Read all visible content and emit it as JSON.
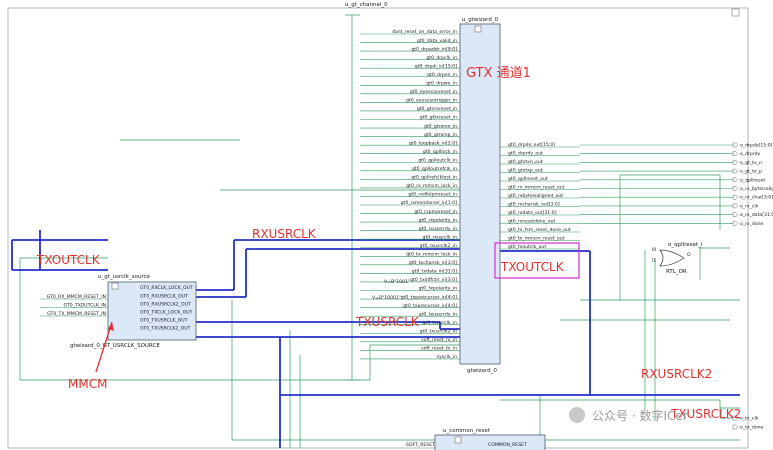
{
  "top_label": "u_gt_channel_0",
  "wizard": {
    "title": "u_gtwizard_0",
    "bottom": "gtwizard_0",
    "left_pins": [
      "dont_reset_on_data_error_in",
      "gt0_data_valid_in",
      "gt0_drpaddr_in[8:0]",
      "gt0_drpclk_in",
      "gt0_drpdi_in[15:0]",
      "gt0_drpen_in",
      "gt0_drpwe_in",
      "gt0_eyescanreset_in",
      "gt0_eyescantrigger_in",
      "gt0_gtnrxreset_in",
      "gt0_gttxreset_in",
      "gt0_gtrxrxn_in",
      "gt0_gtrxrxp_in",
      "gt0_loopback_in[2:0]",
      "gt0_qplllock_in",
      "gt0_qplloutclk_in",
      "gt0_qplloutrefclk_in",
      "gt0_qpllrefclklost_in",
      "gt0_rx_mmcm_lock_in",
      "gt0_rxdfelpmreset_in",
      "gt0_rxmonitorsel_in[1:0]",
      "gt0_rxpmareset_in",
      "gt0_rxpolarity_in",
      "gt0_rxuserrdy_in",
      "gt0_rxusrclk_in",
      "gt0_rxusrclk2_in",
      "gt0_tx_mmcm_lock_in",
      "gt0_txcharisk_in[3:0]",
      "gt0_txdata_in[31:0]",
      "gt0_txdiffctrl_in[3:0]",
      "gt0_txpolarity_in",
      "gt0_txpostcursor_in[4:0]",
      "gt0_txprecursor_in[4:0]",
      "gt0_txuserrdy_in",
      "gt0_txusrclk_in",
      "gt0_txusrclk2_in",
      "soft_reset_rx_in",
      "soft_reset_tx_in",
      "sysclk_in"
    ],
    "right_pins": [
      "gt0_drpdo_out[15:0]",
      "gt0_drprdy_out",
      "gt0_gtxtxn_out",
      "gt0_gtxtxp_out",
      "gt0_qpllreset_out",
      "gt0_rx_mmcm_reset_out",
      "gt0_rxbyteisaligned_out",
      "gt0_rxcharisk_out[3:0]",
      "gt0_rxdata_out[31:0]",
      "gt0_rxresetdone_out",
      "gt0_tx_fsm_reset_done_out",
      "gt0_tx_mmcm_reset_out",
      "gt0_txoutclk_out"
    ],
    "const1": "V=B\"1001\"",
    "const2": "V=B\"10001\""
  },
  "usrclk": {
    "title": "u_gt_usrclk_source",
    "bottom": "gtwizard_0_GT_USRCLK_SOURCE",
    "left_pins": [
      "GT0_RX_MMCM_RESET_IN",
      "GT0_TXOUTCLK_IN",
      "GT0_TX_MMCM_RESET_IN"
    ],
    "right_pins": [
      "GT0_RXCLK_LOCK_OUT",
      "GT0_RXUSRCLK_OUT",
      "GT0_RXUSRCLK2_OUT",
      "GT0_TXCLK_LOCK_OUT",
      "GT0_TXUSRCLK_OUT",
      "GT0_TXUSRCLK2_OUT"
    ]
  },
  "or_gate": {
    "title": "o_qpllreset_i",
    "type": "RTL_OR",
    "i0": "I0",
    "i1": "I1",
    "o": "O"
  },
  "common_reset": {
    "title": "u_common_reset",
    "left_pin": "SOFT_RESET",
    "right_pin": "COMMON_RESET"
  },
  "outputs": [
    "o_drpdo[15:0]",
    "o_drprdy",
    "o_gt_tx_n",
    "o_gt_tx_p",
    "o_qpllreset",
    "o_rx_byteisalign",
    "o_rx_char[3:0]",
    "o_rx_clk",
    "o_rx_data[31:0]",
    "o_rx_done"
  ],
  "outputs_bottom": [
    "o_tx_clk",
    "o_tx_done"
  ],
  "annotations": {
    "gtx": "GTX 通道1",
    "txoutclk1": "TXOUTCLK",
    "rxusrclk": "RXUSRCLK",
    "txoutclk2": "TXOUTCLK",
    "txusrclk": "TXUSRCLK",
    "mmcm": "MMCM",
    "rxusrclk2": "RXUSRCLK2",
    "txusrclk2": "TXUSRCLK2"
  },
  "watermark": "公众号 · 数字ICer",
  "colors": {
    "wire": "#2f9e5a",
    "bus": "#2430c8",
    "box": "#dce8f8",
    "red": "#e03232",
    "magenta": "#d62bd6"
  }
}
